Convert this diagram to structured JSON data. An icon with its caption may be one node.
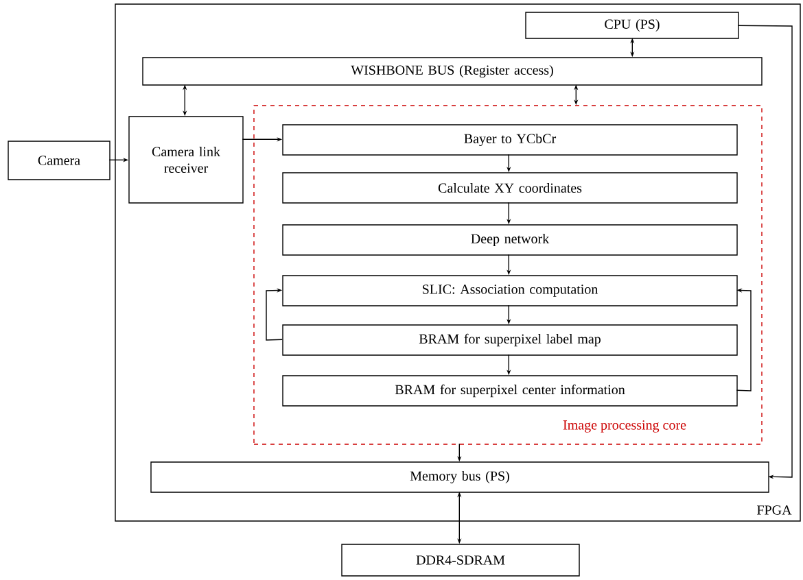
{
  "diagram": {
    "nodes": [
      {
        "text": [
          "FPGA"
        ]
      },
      {
        "text": [
          "CPU (PS)"
        ],
        "in": 0
      },
      {
        "text": [
          "WISHBONE BUS (Register access)"
        ],
        "in": 0
      },
      {
        "text": [
          "Camera"
        ]
      },
      {
        "text": [
          "Camera link receiver"
        ],
        "in": 0
      },
      {
        "text": [
          "Image processing core"
        ],
        "in": 0
      },
      {
        "text": [
          "Bayer to YCbCr"
        ],
        "in": 5
      },
      {
        "text": [
          "Calculate XY coordinates"
        ],
        "in": 5
      },
      {
        "text": [
          "Deep network"
        ],
        "in": 5
      },
      {
        "text": [
          "SLIC: Association computation"
        ],
        "in": 5
      },
      {
        "text": [
          "BRAM for superpixel label map"
        ],
        "in": 5
      },
      {
        "text": [
          "BRAM for superpixel center information"
        ],
        "in": 5
      },
      {
        "text": [
          "Memory bus (PS)"
        ],
        "in": 0
      },
      {
        "text": [
          "DDR4-SDRAM"
        ]
      }
    ],
    "edges": [
      {
        "from": 1,
        "to": 2,
        "arrow": "both"
      },
      {
        "from": 2,
        "to": 4,
        "arrow": "both"
      },
      {
        "from": 2,
        "to": 5,
        "arrow": "both"
      },
      {
        "from": 3,
        "to": 4,
        "arrow": "to"
      },
      {
        "from": 4,
        "to": 6,
        "arrow": "to"
      },
      {
        "from": 6,
        "to": 7,
        "arrow": "to"
      },
      {
        "from": 7,
        "to": 8,
        "arrow": "to"
      },
      {
        "from": 8,
        "to": 9,
        "arrow": "to"
      },
      {
        "from": 9,
        "to": 10,
        "arrow": "to"
      },
      {
        "from": 10,
        "to": 11,
        "arrow": "to"
      },
      {
        "from": 10,
        "to": 9,
        "arrow": "to"
      },
      {
        "from": 11,
        "to": 9,
        "arrow": "to"
      },
      {
        "from": 5,
        "to": 12,
        "arrow": "to"
      },
      {
        "from": 12,
        "to": 13,
        "arrow": "both"
      },
      {
        "from": 1,
        "to": 12,
        "arrow": "to"
      }
    ]
  }
}
